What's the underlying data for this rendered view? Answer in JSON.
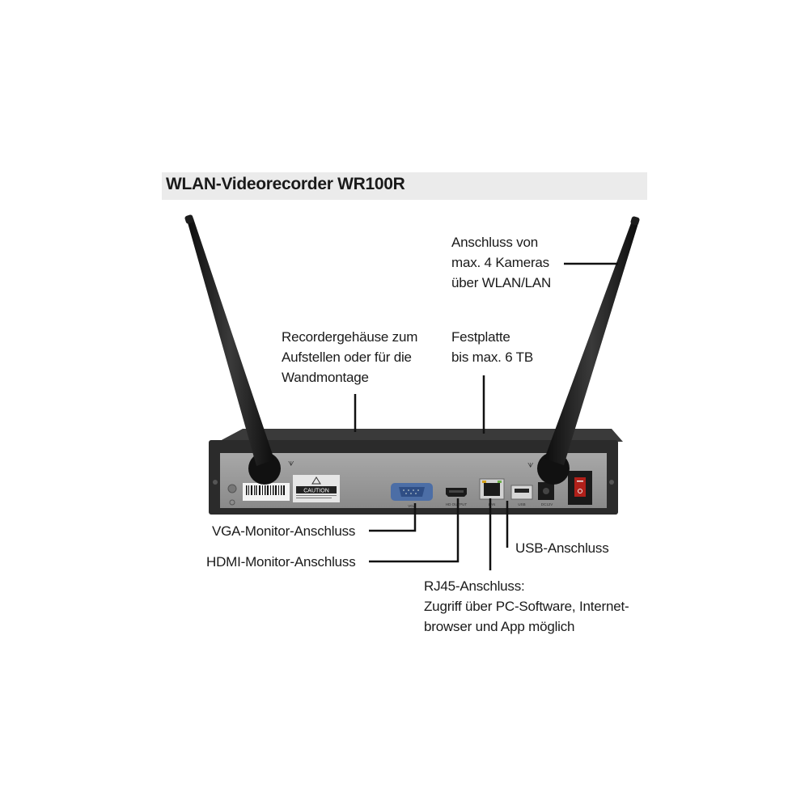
{
  "title": "WLAN-Videorecorder WR100R",
  "labels": {
    "cameras": [
      "Anschluss von",
      "max. 4 Kameras",
      "über WLAN/LAN"
    ],
    "housing": [
      "Recordergehäuse zum",
      "Aufstellen oder für die",
      "Wandmontage"
    ],
    "hdd": [
      "Festplatte",
      "bis max. 6 TB"
    ],
    "vga": "VGA-Monitor-Anschluss",
    "hdmi": "HDMI-Monitor-Anschluss",
    "usb": "USB-Anschluss",
    "rj45": [
      "RJ45-Anschluss:",
      "Zugriff über PC-Software, Internet-",
      "browser und App möglich"
    ]
  },
  "device_markings": {
    "caution": "CAUTION",
    "vga_port": "VGA",
    "hdmi_port": "HD OUTPUT",
    "lan_port": "LAN",
    "usb_port": "USB",
    "dc_port": "DC12V"
  },
  "colors": {
    "title_bar": "#ebebeb",
    "panel": "#9a9a9a",
    "housing": "#2b2b2b",
    "antenna": "#1c1c1c",
    "leader": "#111111"
  }
}
